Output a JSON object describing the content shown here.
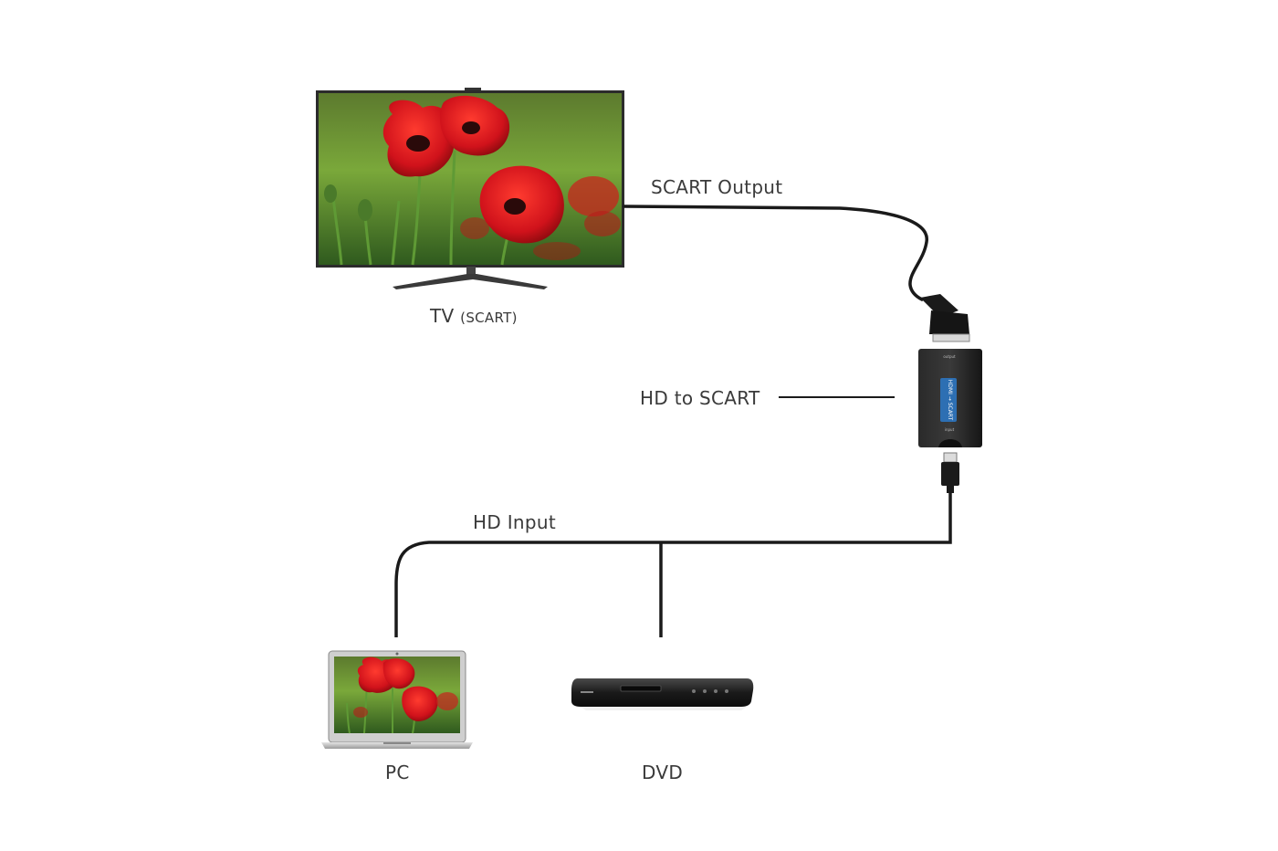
{
  "labels": {
    "scart_output": "SCART Output",
    "tv": "TV",
    "tv_sub": "(SCART)",
    "hd_to_scart": "HD to SCART",
    "hd_input": "HD Input",
    "pc": "PC",
    "dvd": "DVD"
  },
  "adapter": {
    "face_text": "HDMI → SCART",
    "top_text": "output",
    "bottom_text": "input"
  },
  "colors": {
    "cable": "#1a1a1a",
    "device_body": "#1c1c1c",
    "flower_red": "#d0121b",
    "leaf_green": "#3f8a2a",
    "adapter_blue": "#2d6fb3"
  },
  "icons": [
    "tv-icon",
    "scart-connector-icon",
    "adapter-icon",
    "hdmi-connector-icon",
    "laptop-icon",
    "dvd-player-icon"
  ]
}
